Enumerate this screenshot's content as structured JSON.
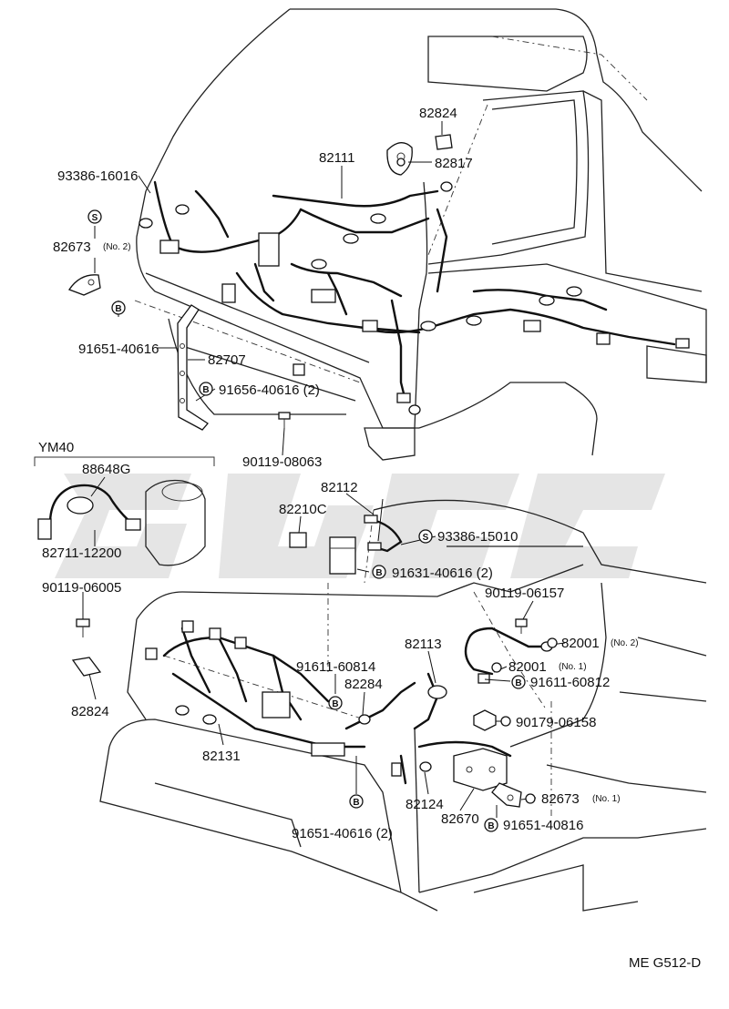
{
  "labels": {
    "p93386_16016": "93386-16016",
    "p82673a": "82673",
    "p82673a_sub": "(No. 2)",
    "p91651_40616": "91651-40616",
    "p82707": "82707",
    "p91656_40616": "91656-40616 (2)",
    "p90119_08063": "90119-08063",
    "p82111": "82111",
    "p82824a": "82824",
    "p82817": "82817",
    "ym40": "YM40",
    "p88648G": "88648G",
    "p82711_12200": "82711-12200",
    "p90119_06005": "90119-06005",
    "p82824b": "82824",
    "p82112": "82112",
    "p82210C": "82210C",
    "p93386_15010": "93386-15010",
    "p91631_40616": "91631-40616 (2)",
    "p90119_06157": "90119-06157",
    "p82001a": "82001",
    "p82001a_sub": "(No. 2)",
    "p82113": "82113",
    "p82001b": "82001",
    "p82001b_sub": "(No. 1)",
    "p91611_60814": "91611-60814",
    "p82284": "82284",
    "p91611_60812": "91611-60812",
    "p90179_06158": "90179-06158",
    "p82131": "82131",
    "p82124": "82124",
    "p82670": "82670",
    "p82673b": "82673",
    "p82673b_sub": "(No. 1)",
    "p91651_40616_2": "91651-40616 (2)",
    "p91651_40816": "91651-40816",
    "footer_code": "ME  G512-D"
  },
  "markers": {
    "s": "S",
    "b": "B"
  }
}
